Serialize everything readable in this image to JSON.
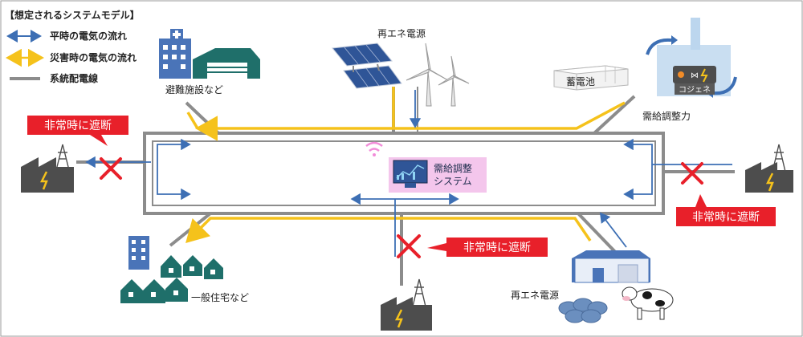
{
  "legend": {
    "title": "【想定されるシステムモデル】",
    "normal_flow": "平時の電気の流れ",
    "disaster_flow": "災害時の電気の流れ",
    "grid_line": "系統配電線"
  },
  "labels": {
    "renewable_top": "再エネ電源",
    "battery": "蓄電池",
    "cogen": "コジェネ",
    "demand_supply_power": "需給調整力",
    "evacuation_facility": "避難施設など",
    "system_line1": "需給調整",
    "system_line2": "システム",
    "general_housing": "一般住宅など",
    "renewable_bottom": "再エネ電源"
  },
  "callouts": {
    "left": "非常時に遮断",
    "right": "非常時に遮断",
    "bottom": "非常時に遮断"
  },
  "colors": {
    "normal_arrow": "#3d6fb4",
    "disaster_arrow": "#f5c21b",
    "grid_line": "#8c8c8c",
    "cut_mark": "#e8202a",
    "callout_bg": "#e8202a",
    "system_box": "#f4c6ec",
    "building_blue": "#4a74b8",
    "house_teal": "#1f6f6a",
    "factory_gray": "#4d4d4d"
  }
}
